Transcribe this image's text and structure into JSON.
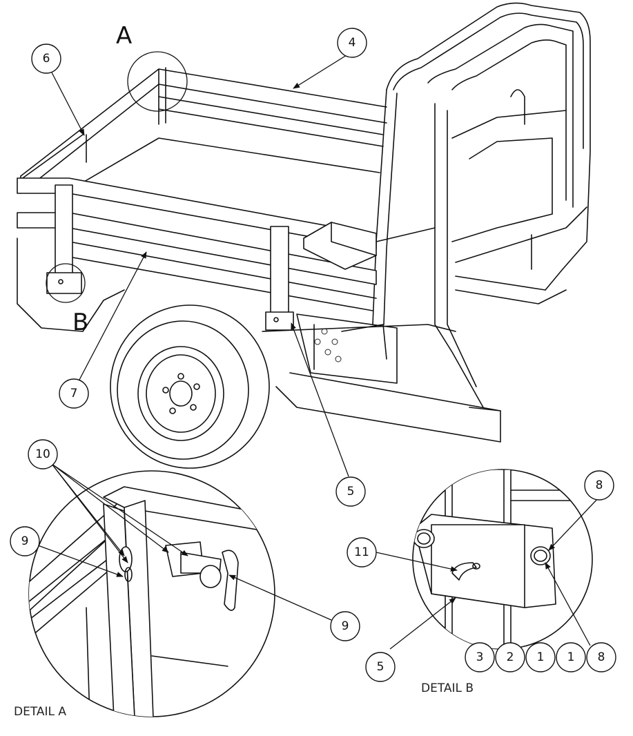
{
  "view_letters": {
    "a": "A",
    "b": "B"
  },
  "detail_labels": {
    "a": "DETAIL A",
    "b": "DETAIL B"
  },
  "balloons": {
    "b4": "4",
    "b6": "6",
    "b7": "7",
    "b5_main": "5",
    "b10": "10",
    "b9_left": "9",
    "b9_right": "9",
    "b11": "11",
    "b8_top": "8",
    "b5_detail": "5",
    "stack": [
      "3",
      "2",
      "1",
      "1",
      "8"
    ]
  }
}
